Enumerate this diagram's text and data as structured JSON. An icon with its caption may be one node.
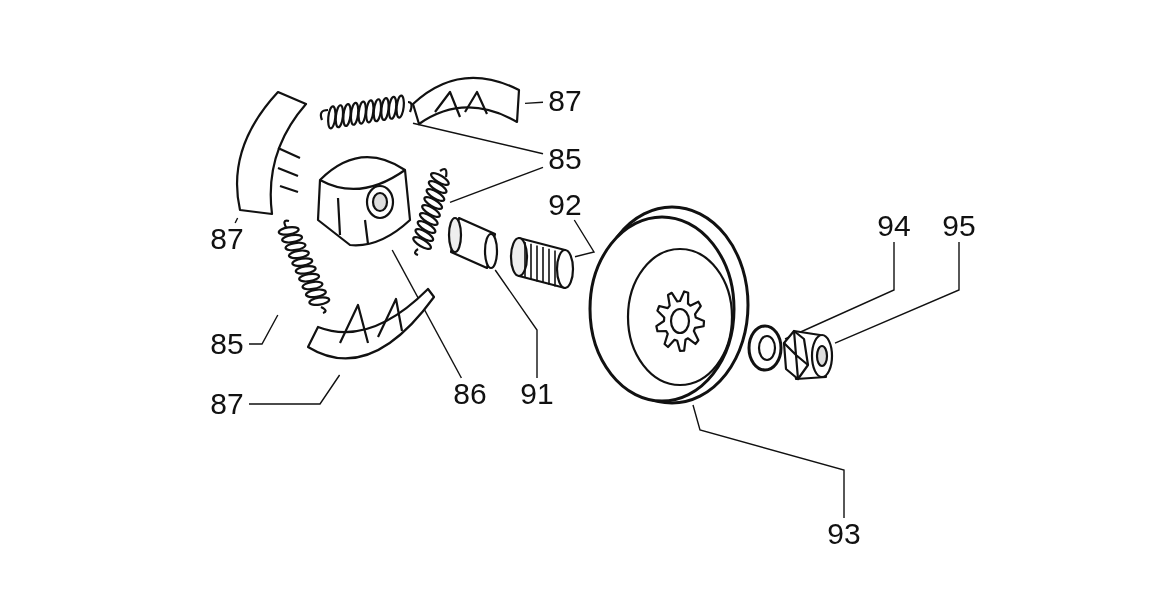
{
  "diagram": {
    "nodes": [
      {
        "text": [],
        "shape": "picture"
      },
      {
        "text": [],
        "shape": "picture"
      },
      {
        "text": [],
        "shape": "picture"
      },
      {
        "text": [],
        "shape": "picture"
      },
      {
        "text": [],
        "shape": "picture"
      },
      {
        "text": [],
        "shape": "picture"
      },
      {
        "text": [],
        "shape": "picture"
      },
      {
        "text": [],
        "shape": "picture"
      },
      {
        "text": [],
        "shape": "picture"
      },
      {
        "text": [],
        "shape": "picture"
      },
      {
        "text": [],
        "shape": "picture"
      },
      {
        "text": [],
        "shape": "picture"
      },
      {
        "text": [
          "87"
        ]
      },
      {
        "text": [
          "85"
        ]
      },
      {
        "text": [
          "92"
        ]
      },
      {
        "text": [
          "87"
        ]
      },
      {
        "text": [
          "94"
        ]
      },
      {
        "text": [
          "95"
        ]
      },
      {
        "text": [
          "85"
        ]
      },
      {
        "text": [
          "86"
        ]
      },
      {
        "text": [
          "91"
        ]
      },
      {
        "text": [
          "87"
        ]
      },
      {
        "text": [
          "93"
        ]
      }
    ],
    "edges": [
      {
        "from": 12,
        "to": 0,
        "arrow": "none"
      },
      {
        "from": 13,
        "to": 1,
        "arrow": "none"
      },
      {
        "from": 13,
        "to": 4,
        "arrow": "none"
      },
      {
        "from": 14,
        "to": 6,
        "arrow": "none"
      },
      {
        "from": 15,
        "to": 2,
        "arrow": "none"
      },
      {
        "from": 16,
        "to": 8,
        "arrow": "none"
      },
      {
        "from": 17,
        "to": 9,
        "arrow": "none"
      },
      {
        "from": 18,
        "to": 10,
        "arrow": "none"
      },
      {
        "from": 19,
        "to": 3,
        "arrow": "none"
      },
      {
        "from": 20,
        "to": 5,
        "arrow": "none"
      },
      {
        "from": 21,
        "to": 11,
        "arrow": "none"
      },
      {
        "from": 22,
        "to": 7,
        "arrow": "none"
      }
    ]
  }
}
